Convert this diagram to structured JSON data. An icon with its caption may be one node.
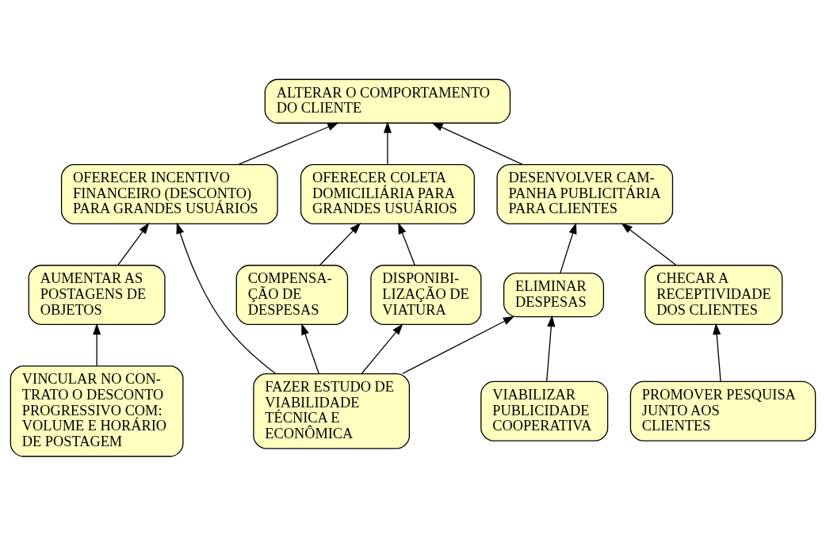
{
  "diagram": {
    "nodes": [
      {
        "text": [
          "ALTERAR O COMPORTAMENTO DO CLIENTE"
        ]
      },
      {
        "text": [
          "OFERECER INCENTIVO FINANCEIRO (DESCONTO) PARA GRANDES USUÁRIOS"
        ]
      },
      {
        "text": [
          "OFERECER COLETA DOMICILIÁRIA PARA GRANDES USUÁRIOS"
        ]
      },
      {
        "text": [
          "DESENVOLVER CAM- PANHA PUBLICITÁRIA PARA CLIENTES"
        ]
      },
      {
        "text": [
          "AUMENTAR AS POSTAGENS DE OBJETOS"
        ]
      },
      {
        "text": [
          "COMPENSA- ÇÃO DE DESPESAS"
        ]
      },
      {
        "text": [
          "DISPONIBI- LIZAÇÃO DE VIATURA"
        ]
      },
      {
        "text": [
          "ELIMINAR DESPESAS"
        ]
      },
      {
        "text": [
          "CHECAR A RECEPTIVIDADE DOS CLIENTES"
        ]
      },
      {
        "text": [
          "VINCULAR NO CON- TRATO O DESCONTO PROGRESSIVO COM: VOLUME E HORÁRIO DE POSTAGEM"
        ]
      },
      {
        "text": [
          "FAZER ESTUDO DE VIABILIDADE TÉCNICA E ECONÔMICA"
        ]
      },
      {
        "text": [
          "VIABILIZAR PUBLICIDADE COOPERATIVA"
        ]
      },
      {
        "text": [
          "PROMOVER PESQUISA JUNTO AOS CLIENTES"
        ]
      }
    ],
    "edges": [
      {
        "from": 1,
        "to": 0,
        "arrow": "to"
      },
      {
        "from": 2,
        "to": 0,
        "arrow": "to"
      },
      {
        "from": 3,
        "to": 0,
        "arrow": "to"
      },
      {
        "from": 4,
        "to": 1,
        "arrow": "to"
      },
      {
        "from": 5,
        "to": 2,
        "arrow": "to"
      },
      {
        "from": 6,
        "to": 2,
        "arrow": "to"
      },
      {
        "from": 7,
        "to": 3,
        "arrow": "to"
      },
      {
        "from": 8,
        "to": 3,
        "arrow": "to"
      },
      {
        "from": 9,
        "to": 4,
        "arrow": "to"
      },
      {
        "from": 10,
        "to": 1,
        "arrow": "to"
      },
      {
        "from": 10,
        "to": 5,
        "arrow": "to"
      },
      {
        "from": 10,
        "to": 6,
        "arrow": "to"
      },
      {
        "from": 10,
        "to": 7,
        "arrow": "to"
      },
      {
        "from": 11,
        "to": 7,
        "arrow": "to"
      },
      {
        "from": 12,
        "to": 8,
        "arrow": "to"
      }
    ]
  }
}
